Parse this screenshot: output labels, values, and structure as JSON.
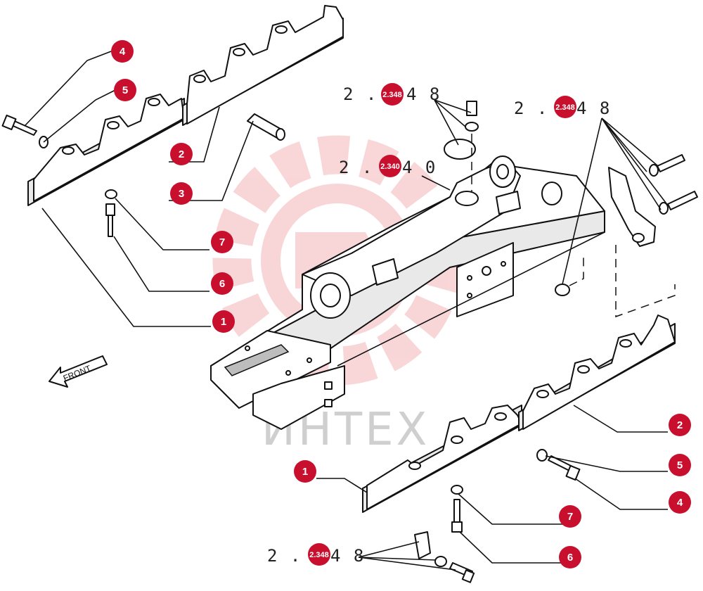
{
  "watermark": {
    "text": "ИНТЕХ",
    "color": "#f4b6b8"
  },
  "badge_color": "#c8102e",
  "callouts": [
    {
      "id": "c-4-top",
      "label": "4"
    },
    {
      "id": "c-5-top",
      "label": "5"
    },
    {
      "id": "c-2-top",
      "label": "2"
    },
    {
      "id": "c-3-top",
      "label": "3"
    },
    {
      "id": "c-7-top",
      "label": "7"
    },
    {
      "id": "c-6-top",
      "label": "6"
    },
    {
      "id": "c-1-top",
      "label": "1"
    },
    {
      "id": "c-2-bot",
      "label": "2"
    },
    {
      "id": "c-5-bot",
      "label": "5"
    },
    {
      "id": "c-4-bot",
      "label": "4"
    },
    {
      "id": "c-1-bot",
      "label": "1"
    },
    {
      "id": "c-7-bot",
      "label": "7"
    },
    {
      "id": "c-6-bot",
      "label": "6"
    }
  ],
  "references": [
    {
      "id": "ref-a",
      "prefix": "2 .",
      "badge": "2.348",
      "suffix": "4 8"
    },
    {
      "id": "ref-b",
      "prefix": "2 .",
      "badge": "2.348",
      "suffix": "4 8"
    },
    {
      "id": "ref-c",
      "prefix": "2 .",
      "badge": "2.340",
      "suffix": "4 0"
    },
    {
      "id": "ref-d",
      "prefix": "2 .",
      "badge": "2.348",
      "suffix": "4 8"
    }
  ],
  "front_label": "FRONT"
}
